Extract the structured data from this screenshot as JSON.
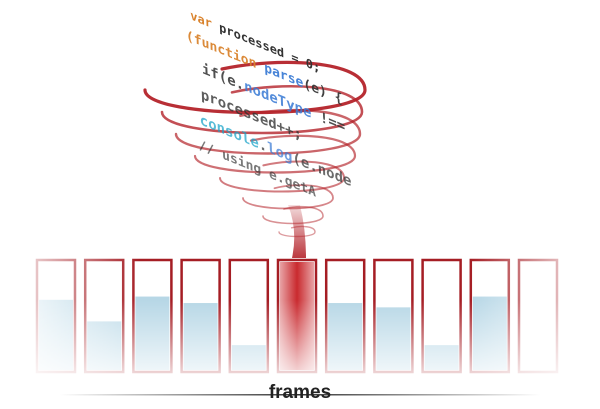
{
  "code": {
    "lines": [
      [
        {
          "t": "var",
          "c": "kw"
        },
        {
          "t": " processed = 0;",
          "c": ""
        }
      ],
      [
        {
          "t": "(function ",
          "c": "kw"
        },
        {
          "t": "parse",
          "c": "fn"
        },
        {
          "t": "(e) {",
          "c": ""
        }
      ],
      [
        {
          "t": "if(e.",
          "c": ""
        },
        {
          "t": "nodeType",
          "c": "fn"
        },
        {
          "t": " !==",
          "c": ""
        }
      ],
      [
        {
          "t": "processed++;",
          "c": ""
        }
      ],
      [
        {
          "t": "console",
          "c": "cy"
        },
        {
          "t": ".",
          "c": ""
        },
        {
          "t": "log",
          "c": "fn"
        },
        {
          "t": "(e.node",
          "c": ""
        }
      ],
      [
        {
          "t": "// using e.getA",
          "c": ""
        }
      ]
    ]
  },
  "frames": {
    "label": "frames",
    "levels": [
      0.65,
      0.45,
      0.68,
      0.62,
      0.23,
      1.0,
      0.62,
      0.58,
      0.23,
      0.68,
      0.0
    ],
    "active_index": 5
  },
  "colors": {
    "frame_border": "#a51d24",
    "fill": "#b7d7e6",
    "active_fill": "#c92a2f",
    "code_default": "#333333",
    "keyword": "#d9822b",
    "function": "#3a7bd5",
    "console": "#1aa3c9",
    "tornado": "#b4232a"
  }
}
